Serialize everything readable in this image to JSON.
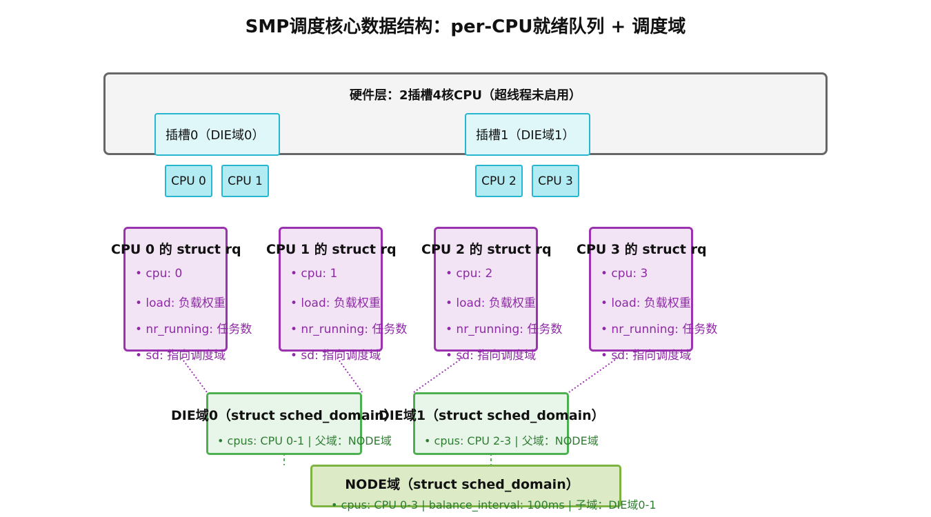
{
  "title": "SMP调度核心数据结构：per-CPU就绪队列 + 调度域",
  "hardware": {
    "title": "硬件层：2插槽4核CPU（超线程未启用）",
    "sockets": [
      "插槽0（DIE域0）",
      "插槽1（DIE域1）"
    ],
    "cpus": [
      "CPU 0",
      "CPU 1",
      "CPU 2",
      "CPU 3"
    ]
  },
  "runqueues": [
    {
      "title": "CPU 0 的 struct rq",
      "fields": [
        "• cpu: 0",
        "• load: 负载权重",
        "• nr_running: 任务数",
        "• sd: 指向调度域"
      ]
    },
    {
      "title": "CPU 1 的 struct rq",
      "fields": [
        "• cpu: 1",
        "• load: 负载权重",
        "• nr_running: 任务数",
        "• sd: 指向调度域"
      ]
    },
    {
      "title": "CPU 2 的 struct rq",
      "fields": [
        "• cpu: 2",
        "• load: 负载权重",
        "• nr_running: 任务数",
        "• sd: 指向调度域"
      ]
    },
    {
      "title": "CPU 3 的 struct rq",
      "fields": [
        "• cpu: 3",
        "• load: 负载权重",
        "• nr_running: 任务数",
        "• sd: 指向调度域"
      ]
    }
  ],
  "domains": [
    {
      "title": "DIE域0（struct sched_domain）",
      "field": "• cpus: CPU 0-1 | 父域：NODE域"
    },
    {
      "title": "DIE域1（struct sched_domain）",
      "field": "• cpus: CPU 2-3 | 父域：NODE域"
    }
  ],
  "node": {
    "title": "NODE域（struct sched_domain）",
    "field": "• cpus: CPU 0-3 | balance_interval: 100ms | 子域：DIE域0-1"
  },
  "colors": {
    "hardware_border": "#666666",
    "socket_fill": "#e0f7f9",
    "cpu_fill": "#b2ebf2",
    "rq_border": "#9b32b0",
    "rq_fill": "#f3e4f5",
    "domain_border": "#4caf50",
    "domain_fill": "#e8f5e9",
    "node_border": "#7cb342",
    "node_fill": "#dcebc6"
  }
}
